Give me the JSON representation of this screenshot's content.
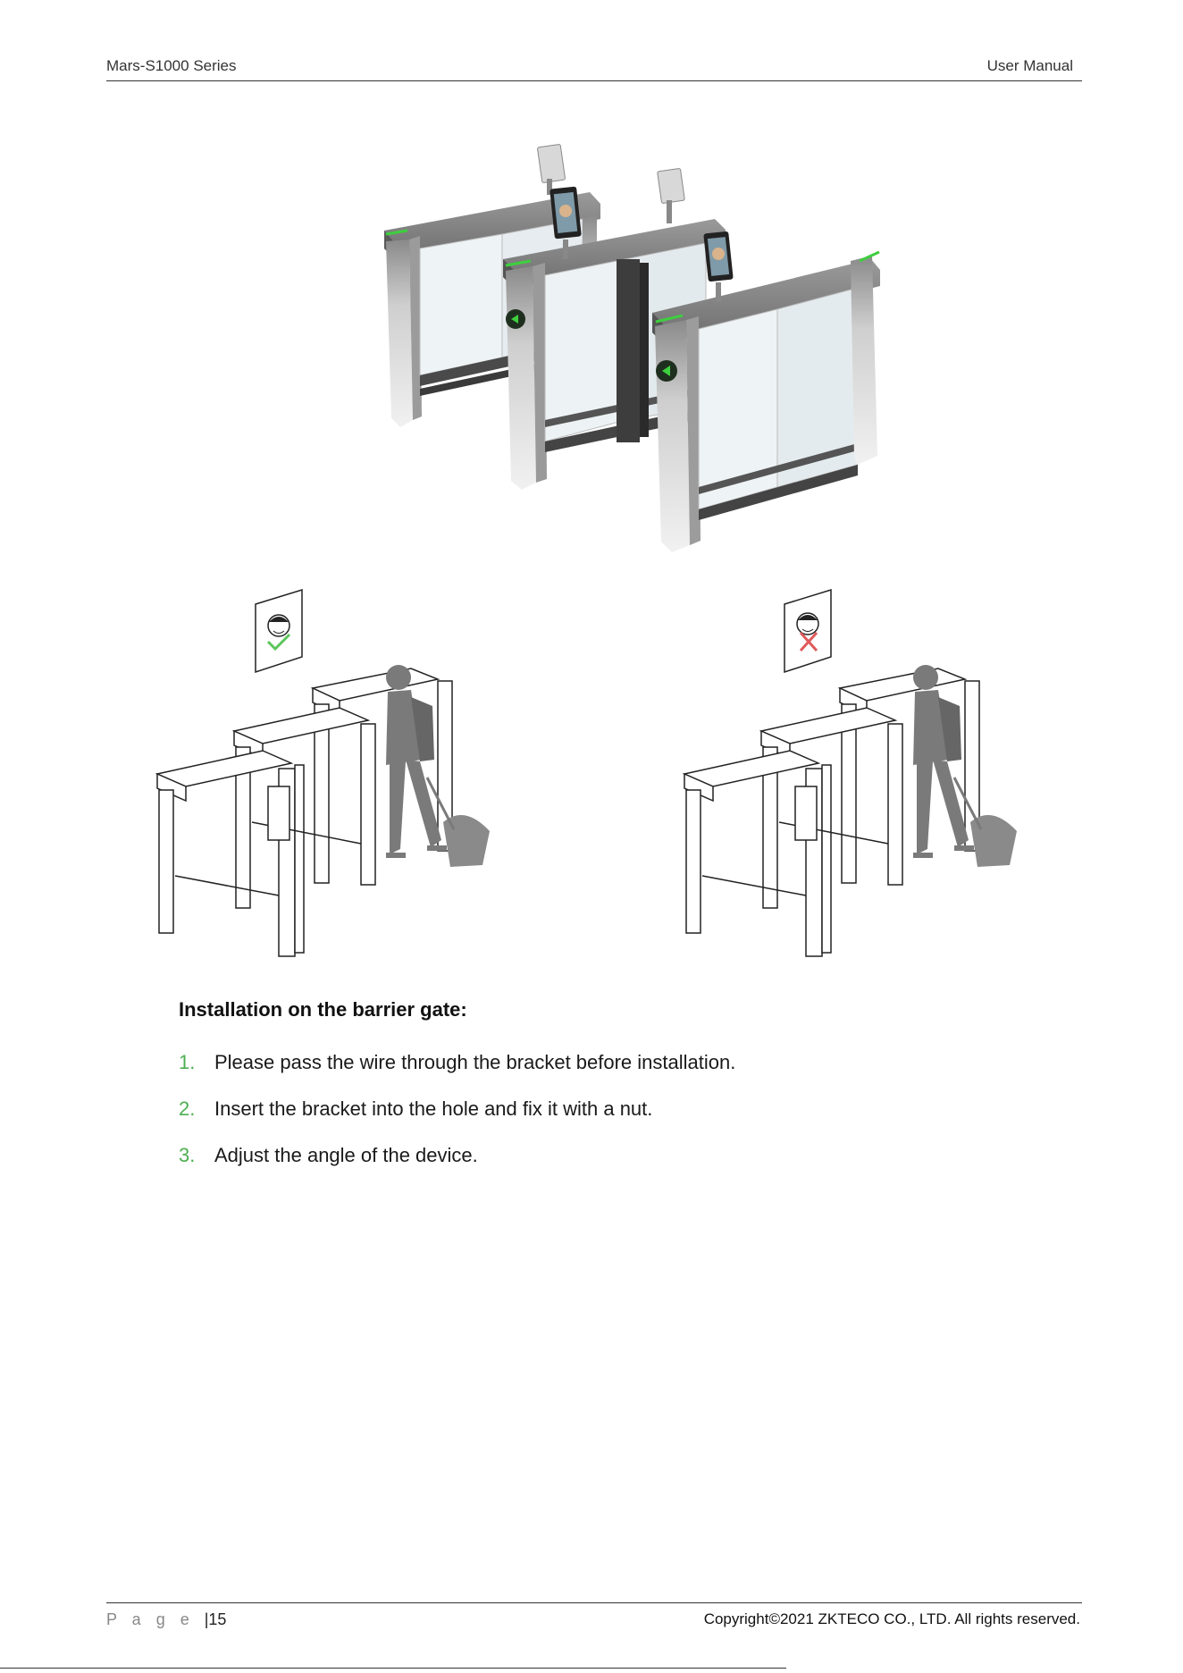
{
  "header": {
    "left": "Mars-S1000 Series",
    "right": "User Manual"
  },
  "figure_icons": {
    "top": "barrier-gate-with-devices-illustration",
    "left_scene": "face-recognition-accepted-illustration",
    "right_scene": "face-recognition-rejected-illustration",
    "accept_color": "#5cc65c",
    "reject_color": "#e05a5a",
    "led_color": "#3ecf3e"
  },
  "content": {
    "heading": "Installation on the barrier gate:",
    "steps": [
      {
        "num": "1.",
        "text": "Please pass the wire through the bracket before installation."
      },
      {
        "num": "2.",
        "text": "Insert the bracket into the hole and fix it with a nut."
      },
      {
        "num": "3.",
        "text": "Adjust the angle of the device."
      }
    ],
    "number_color": "#4caf50"
  },
  "footer": {
    "page_label": "P a g e",
    "separator": "|",
    "page_number": "15",
    "copyright": "Copyright©2021 ZKTECO CO., LTD.  All rights reserved."
  }
}
